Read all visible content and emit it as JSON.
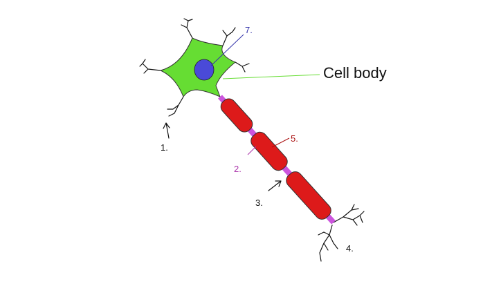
{
  "labels": {
    "cell_body": "Cell body",
    "l1": "1.",
    "l2": "2.",
    "l3": "3.",
    "l4": "4.",
    "l5": "5.",
    "l7": "7."
  },
  "colors": {
    "cell_body": "#66dd33",
    "nucleus": "#4a4ad8",
    "axon": "#cc55dd",
    "myelin": "#dd1a1a",
    "label_7": "#3333aa",
    "label_5": "#aa1111",
    "label_2": "#aa33aa",
    "label_black": "#111111",
    "cell_body_line": "#66dd33"
  }
}
